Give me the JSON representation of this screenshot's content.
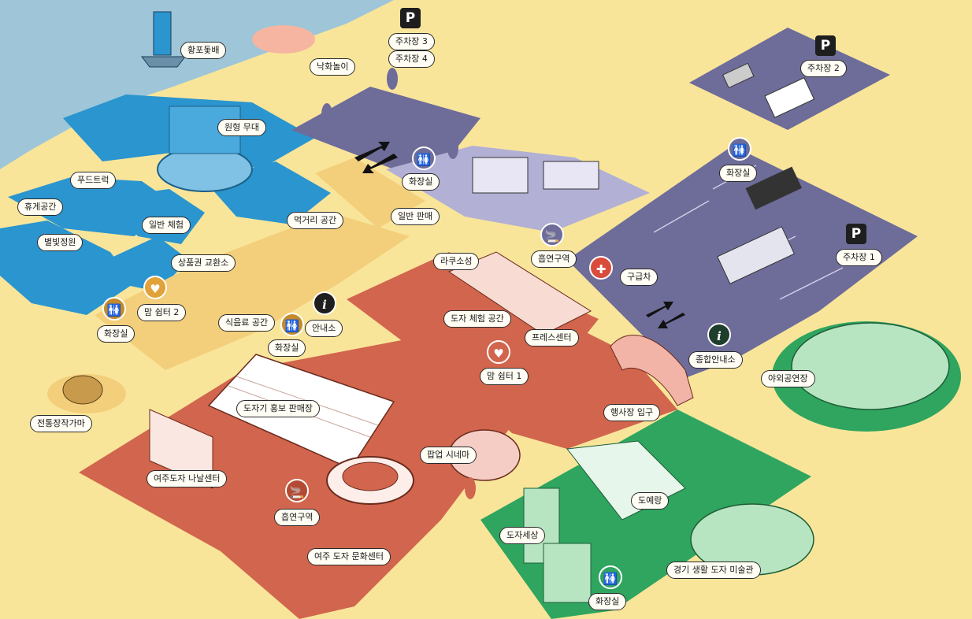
{
  "colors": {
    "ground": "#f9e59a",
    "river": "#9ec6d8",
    "blue_zone": "#2a95cf",
    "parking": "#6e6c99",
    "lavender": "#b2b0d4",
    "red_zone": "#d2654d",
    "green_zone": "#2fa55f",
    "light_green": "#b7e4c1"
  },
  "labels": {
    "hwangpo": "황포돛배",
    "fireworks": "낙화놀이",
    "parking3": "주차장 3",
    "parking4": "주차장 4",
    "parking2": "주차장 2",
    "parking1": "주차장 1",
    "round_stage": "원형 무대",
    "foodtruck": "푸드트럭",
    "rest_area": "휴게공간",
    "starlight_garden": "별빛정원",
    "general_experience": "일반 체험",
    "voucher_exchange": "상품권 교환소",
    "food_street": "먹거리 공간",
    "general_sales": "일반 판매",
    "restroom_top": "화장실",
    "restroom_left": "화장실",
    "restroom_center": "화장실",
    "restroom_right": "화장실",
    "restroom_bottom": "화장실",
    "mom_shelter2": "맘 쉼터 2",
    "mom_shelter1": "맘 쉼터 1",
    "drink_space": "식음료 공간",
    "info": "안내소",
    "smoking_top": "흡연구역",
    "smoking_bottom": "흡연구역",
    "raku": "라쿠소성",
    "ceramic_experience": "도자 체험 공간",
    "press_center": "프레스센터",
    "ambulance": "구급차",
    "main_info": "종합안내소",
    "outdoor_stage": "야외공연장",
    "event_entrance": "행사장 입구",
    "ceramic_promo": "도자기 홍보 판매장",
    "traditional_kiln": "전통장작가마",
    "sharing_center": "여주도자 나날센터",
    "popup_cinema": "팝업 시네마",
    "doyerang": "도예랑",
    "doja_world": "도자세상",
    "culture_center": "여주 도자 문화센터",
    "museum": "경기 생활 도자 미술관"
  },
  "icons": {
    "parking_symbol": "P",
    "info_symbol": "i",
    "restroom_icon": "restroom-icon",
    "smoking_icon": "smoking-icon",
    "mom_icon": "mom-shelter-icon",
    "ambulance_icon": "first-aid-icon"
  }
}
